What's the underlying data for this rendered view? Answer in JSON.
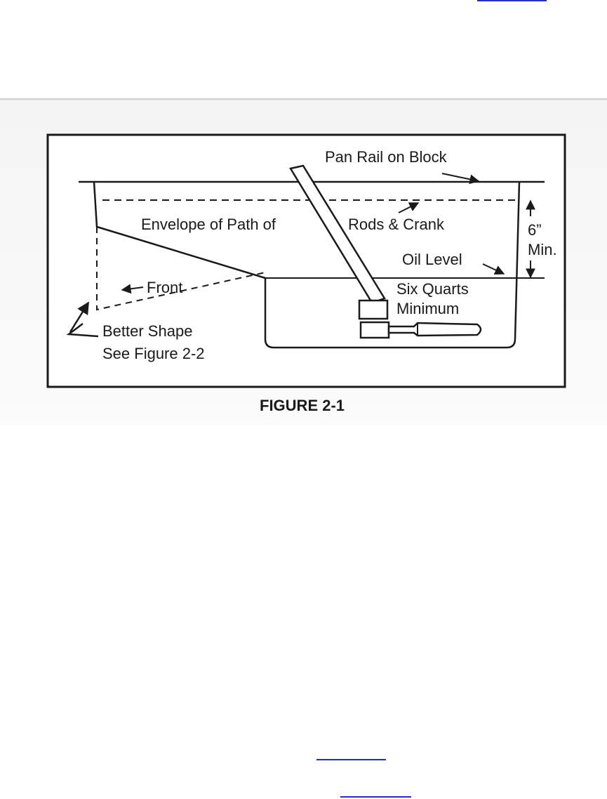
{
  "figure": {
    "labels": {
      "pan_rail": "Pan Rail on Block",
      "envelope_1": "Envelope of Path of",
      "envelope_2": "Rods & Crank",
      "dimension_1": "6”",
      "dimension_2": "Min.",
      "oil_level": "Oil Level",
      "quarts_1": "Six Quarts",
      "quarts_2": "Minimum",
      "front": "Front",
      "better_shape_1": "Better Shape",
      "better_shape_2": "See Figure 2-2"
    },
    "caption": "FIGURE 2-1"
  }
}
